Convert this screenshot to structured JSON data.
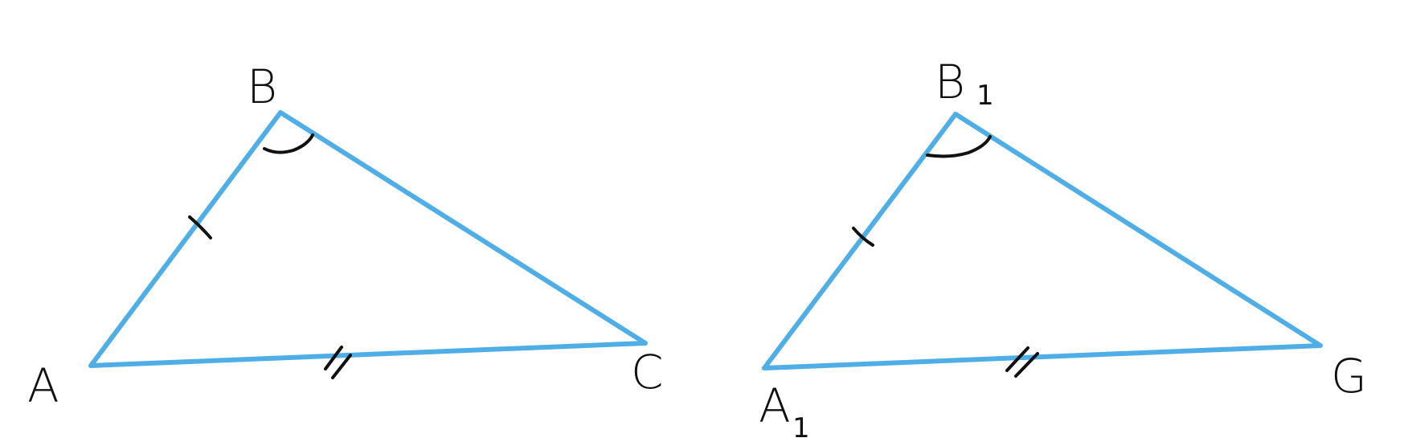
{
  "colors": {
    "background": "#ffffff",
    "triangle_stroke": "#4FAEE6",
    "ink": "#111111"
  },
  "triangle_1": {
    "vertex_a": "A",
    "vertex_b": "B",
    "vertex_c": "C"
  },
  "triangle_2": {
    "vertex_a": "A",
    "vertex_a_sub": "1",
    "vertex_b": "B",
    "vertex_b_sub": "1",
    "vertex_c": "G"
  }
}
